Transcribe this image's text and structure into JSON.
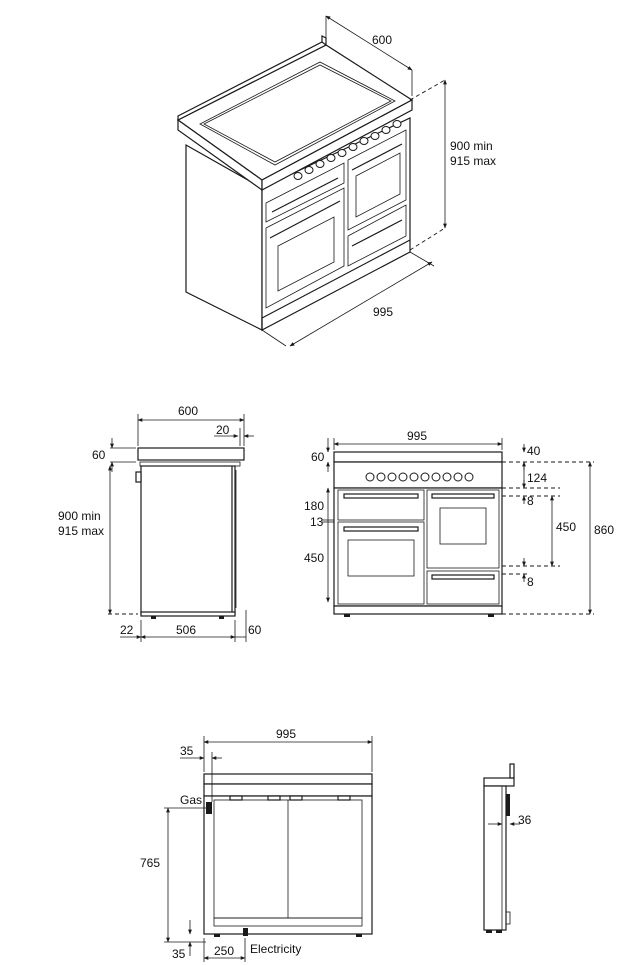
{
  "iso": {
    "width": "600",
    "height_min": "900 min",
    "height_max": "915 max",
    "length": "995"
  },
  "side": {
    "width": "600",
    "top_offset": "20",
    "top_thick": "60",
    "height_min": "900 min",
    "height_max": "915 max",
    "left_gap": "22",
    "depth": "506",
    "right_gap": "60"
  },
  "front": {
    "width": "995",
    "top": "60",
    "r1": "40",
    "r2": "124",
    "r3": "8",
    "r4": "450",
    "r5": "860",
    "r6": "8",
    "l1": "180",
    "l2": "13",
    "l3": "450"
  },
  "back": {
    "width": "995",
    "left_offset": "35",
    "gas_label": "Gas",
    "height": "765",
    "bottom": "35",
    "elec_offset": "250",
    "elec_label": "Electricity"
  },
  "profile": {
    "depth": "36"
  }
}
